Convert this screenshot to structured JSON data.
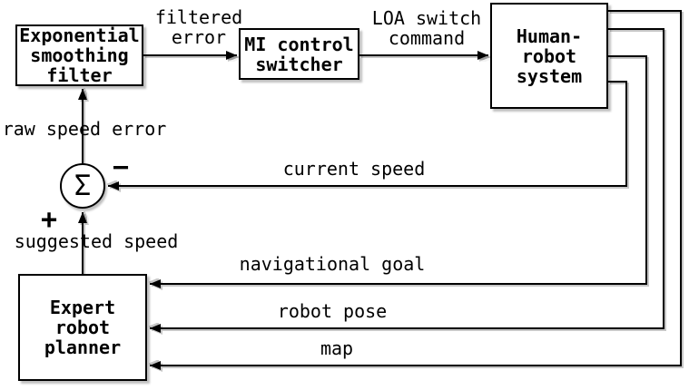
{
  "diagram": {
    "blocks": {
      "filter": {
        "label": "Exponential\nsmoothing\nfilter"
      },
      "switcher": {
        "label": "MI control\nswitcher"
      },
      "human": {
        "label": "Human-\nrobot\nsystem"
      },
      "planner": {
        "label": "Expert\nrobot\nplanner"
      }
    },
    "sum_junction": {
      "symbol": "Σ",
      "plus_sign": "+",
      "minus_sign": "−"
    },
    "edge_labels": {
      "filtered_error": "filtered\nerror",
      "loa_switch_command": "LOA switch\ncommand",
      "raw_speed_error": "raw speed error",
      "current_speed": "current speed",
      "suggested_speed": "suggested speed",
      "navigational_goal": "navigational goal",
      "robot_pose": "robot pose",
      "map": "map"
    },
    "colors": {
      "line": "#000000",
      "box_border": "#000000",
      "box_fill": "#ffffff",
      "background": "#ffffff"
    }
  }
}
